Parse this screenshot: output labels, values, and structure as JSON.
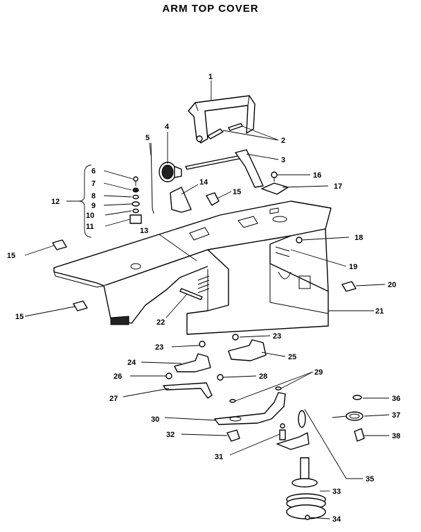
{
  "title": "ARM TOP COVER",
  "callouts": {
    "c1": "1",
    "c2": "2",
    "c3": "3",
    "c4": "4",
    "c5": "5",
    "c6": "6",
    "c7": "7",
    "c8": "8",
    "c9": "9",
    "c10": "10",
    "c11": "11",
    "c12": "12",
    "c13": "13",
    "c14": "14",
    "c15a": "15",
    "c15b": "15",
    "c15c": "15",
    "c16": "16",
    "c17": "17",
    "c18": "18",
    "c19": "19",
    "c20": "20",
    "c21": "21",
    "c22": "22",
    "c23a": "23",
    "c23b": "23",
    "c24": "24",
    "c25": "25",
    "c26": "26",
    "c27": "27",
    "c28": "28",
    "c29": "29",
    "c30": "30",
    "c31": "31",
    "c32": "32",
    "c33": "33",
    "c34": "34",
    "c35": "35",
    "c36": "36",
    "c37": "37",
    "c38": "38"
  }
}
